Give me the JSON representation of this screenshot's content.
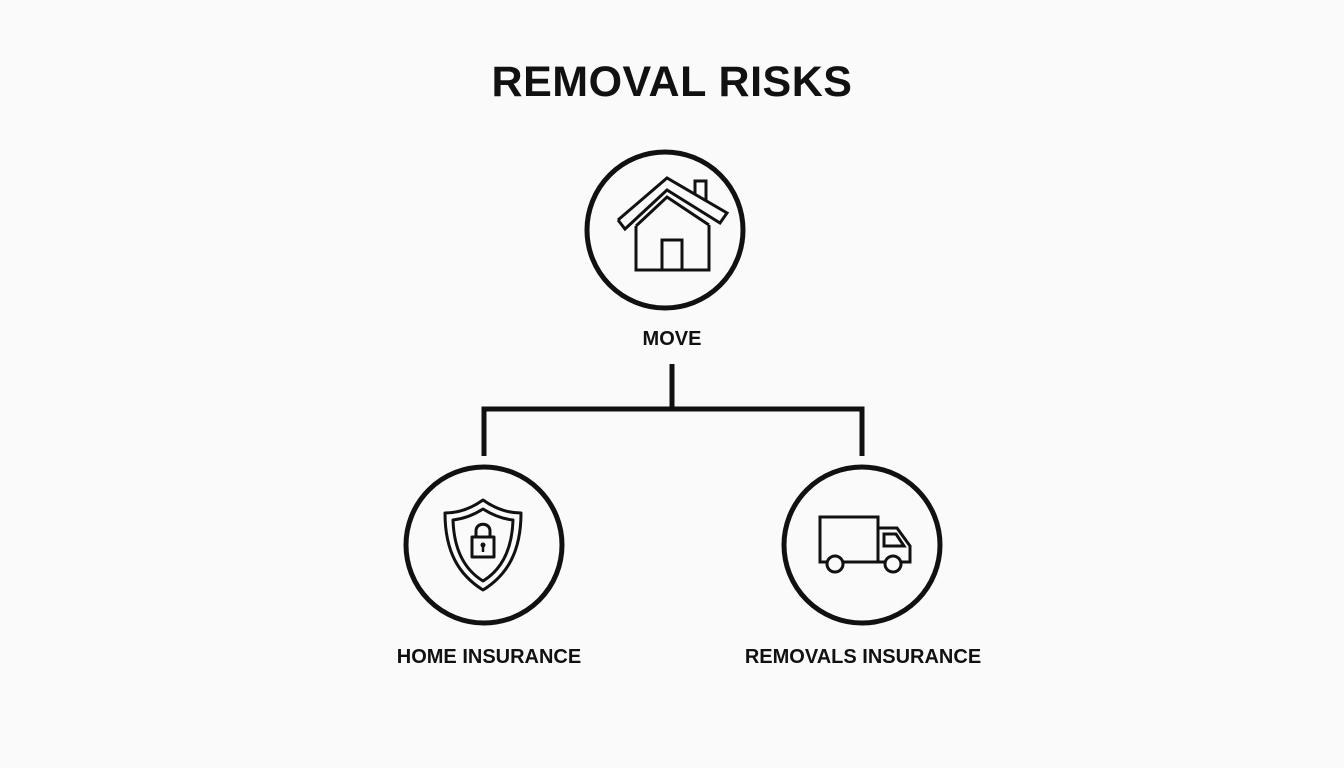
{
  "diagram": {
    "title": "REMOVAL RISKS",
    "root": {
      "label": "MOVE",
      "icon": "house-icon"
    },
    "children": [
      {
        "label": "HOME INSURANCE",
        "icon": "shield-lock-icon"
      },
      {
        "label": "REMOVALS INSURANCE",
        "icon": "truck-icon"
      }
    ],
    "colors": {
      "stroke": "#111111",
      "background": "#fafafa"
    }
  }
}
